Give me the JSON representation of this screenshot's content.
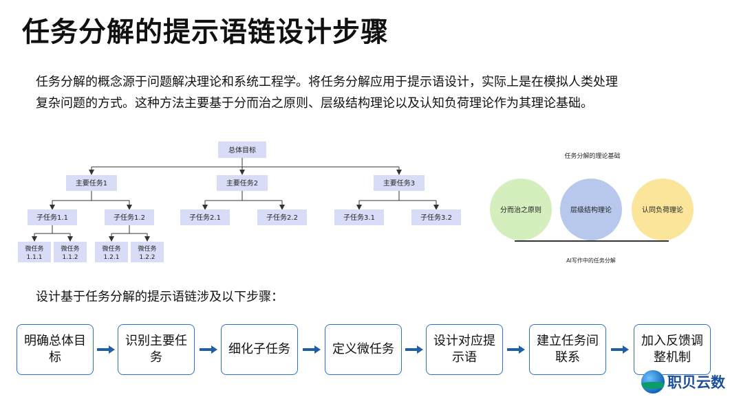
{
  "title": "任务分解的提示语链设计步骤",
  "intro": {
    "line1": "任务分解的概念源于问题解决理论和系统工程学。将任务分解应用于提示语设计，实际上是在模拟人类处理",
    "line2": "复杂问题的方式。这种方法主要基于分而治之原则、层级结构理论以及认知负荷理论作为其理论基础。"
  },
  "tree": {
    "root": "总体目标",
    "main_tasks": [
      "主要任务1",
      "主要任务2",
      "主要任务3"
    ],
    "sub_tasks": [
      "子任务1.1",
      "子任务1.2",
      "子任务2.1",
      "子任务2.2",
      "子任务3.1",
      "子任务3.2"
    ],
    "micro_tasks": [
      [
        "微任务",
        "1.1.1"
      ],
      [
        "微任务",
        "1.1.2"
      ],
      [
        "微任务",
        "1.2.1"
      ],
      [
        "微任务",
        "1.2.2"
      ]
    ],
    "colors": {
      "box_fill": "#d9dcf7",
      "line": "#333333"
    }
  },
  "theory": {
    "title": "任务分解的理论基础",
    "circles": [
      {
        "label": "分而治之原则",
        "color": "#d4eebe"
      },
      {
        "label": "层级结构理论",
        "color": "#b7c8ec"
      },
      {
        "label": "认同负荷理论",
        "color": "#fae59b"
      }
    ],
    "caption": "AI写作中的任务分解"
  },
  "steps_label": "设计基于任务分解的提示语链涉及以下步骤：",
  "steps": [
    "明确总体目标",
    "识别主要任务",
    "细化子任务",
    "定义微任务",
    "设计对应提示语",
    "建立任务间联系",
    "加入反馈调整机制"
  ],
  "step_colors": {
    "border": "#2a6fd1",
    "arrow": "#1f5fa8"
  },
  "logo": {
    "text": "职贝云数"
  }
}
